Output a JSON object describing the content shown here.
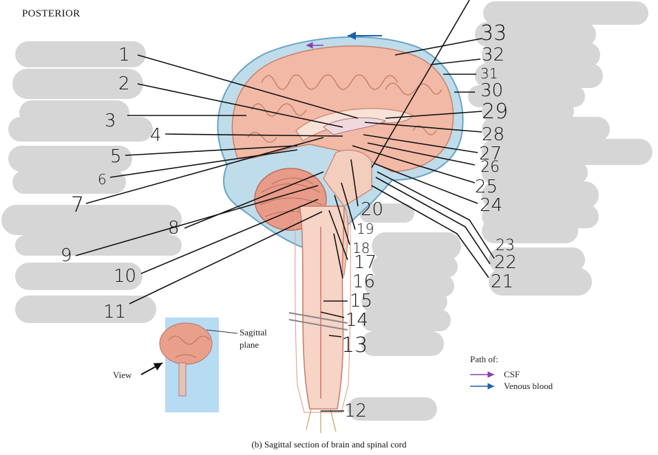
{
  "corner_label": "POSTERIOR",
  "caption": "(b) Sagittal section of brain and spinal cord",
  "inset": {
    "plane_label_line1": "Sagittal",
    "plane_label_line2": "plane",
    "view_label": "View"
  },
  "legend": {
    "title": "Path of:",
    "csf": "CSF",
    "venous": "Venous blood",
    "csf_color": "#8a3fb5",
    "venous_color": "#1f5fa8"
  },
  "numbers": {
    "n1": "1",
    "n2": "2",
    "n3": "3",
    "n4": "4",
    "n5": "5",
    "n6": "6",
    "n7": "7",
    "n8": "8",
    "n9": "9",
    "n10": "10",
    "n11": "11",
    "n12": "12",
    "n13": "13",
    "n14": "14",
    "n15": "15",
    "n16": "16",
    "n17": "17",
    "n18": "18",
    "n19": "19",
    "n20": "20",
    "n21": "21",
    "n22": "22",
    "n23": "23",
    "n24": "24",
    "n25": "25",
    "n26": "26",
    "n27": "27",
    "n28": "28",
    "n29": "29",
    "n30": "30",
    "n31": "31",
    "n32": "32",
    "n33": "33"
  }
}
